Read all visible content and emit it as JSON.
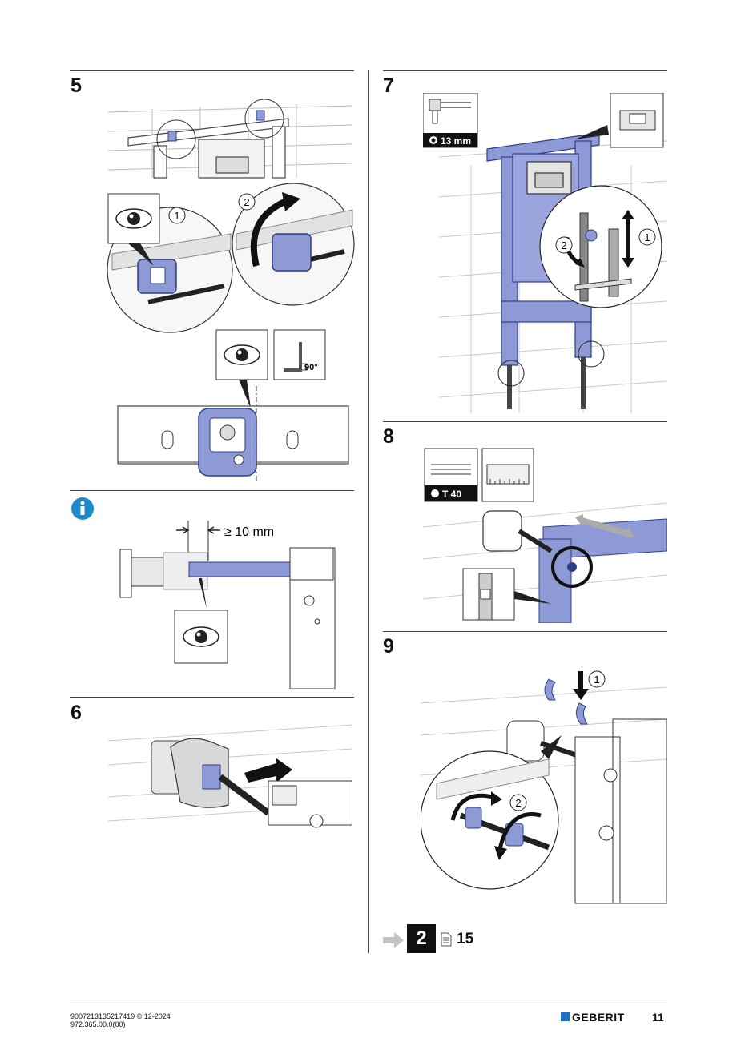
{
  "steps": {
    "s5": "5",
    "s6": "6",
    "s7": "7",
    "s8": "8",
    "s9": "9"
  },
  "callouts": {
    "one": "1",
    "two": "2"
  },
  "labels": {
    "angle": "90°",
    "distance": "≥ 10 mm",
    "wrench_size": "13 mm",
    "torx_size": "T 40"
  },
  "nav": {
    "target_step": "2",
    "target_page": "15"
  },
  "footer": {
    "doc_line": "9007213135217419 © 12-2024",
    "ref_line": "972.365.00.0(00)",
    "brand": "GEBERIT",
    "page_number": "11"
  },
  "colors": {
    "part_blue": "#8e9ad6",
    "dark_blue": "#2f3f86",
    "info_blue": "#1e88c8",
    "brand_blue": "#1f6fc1",
    "line_gray": "#9a9a9a"
  },
  "icons": {
    "info": "info-icon",
    "eye": "eye-icon",
    "arrow_right": "arrow-right-icon",
    "document": "document-icon",
    "hex": "hex-socket-icon",
    "torx": "torx-icon"
  }
}
